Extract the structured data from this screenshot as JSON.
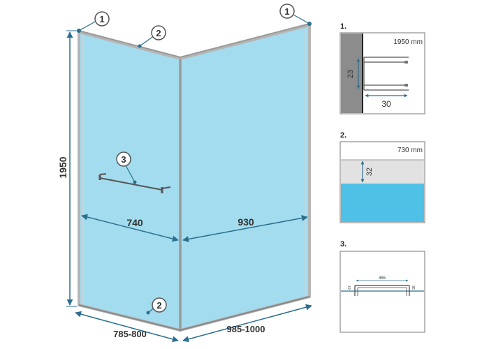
{
  "main": {
    "callouts": [
      "1",
      "2",
      "3"
    ],
    "dimensions": {
      "height": "1950",
      "left_panel_width": "740",
      "right_panel_width": "930",
      "left_range": "785-800",
      "right_range": "985-1000"
    }
  },
  "details": [
    {
      "number": "1.",
      "height_label": "1950 mm",
      "dim_vertical": "23",
      "dim_horizontal": "30"
    },
    {
      "number": "2.",
      "width_label": "730 mm",
      "dim_vertical": "32"
    },
    {
      "number": "3.",
      "bar_length": "455",
      "left_small": "67",
      "right_small": "35"
    }
  ],
  "colors": {
    "glass": "#a3dcee",
    "frame": "#c8c8c8",
    "dimension_line": "#2a6f8e",
    "detail_glass_strip": "#4fc0e6",
    "wall_hatch": "#8c8c8c"
  }
}
